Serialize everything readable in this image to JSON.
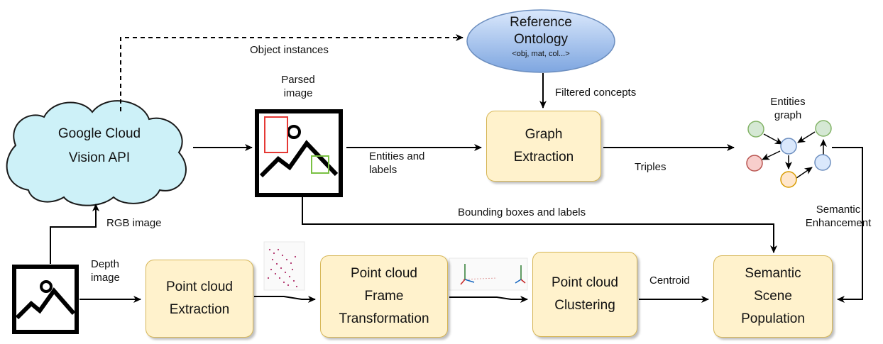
{
  "nodes": {
    "cloud_api": {
      "line1": "Google Cloud",
      "line2": "Vision API"
    },
    "ontology": {
      "title_line1": "Reference",
      "title_line2": "Ontology",
      "sub": "<obj, mat, col...>"
    },
    "parsed_image": {
      "line1": "Parsed",
      "line2": "image"
    },
    "graph_extraction": {
      "line1": "Graph",
      "line2": "Extraction"
    },
    "entities_graph": {
      "line1": "Entities",
      "line2": "graph"
    },
    "pc_extraction": {
      "line1": "Point cloud",
      "line2": "Extraction"
    },
    "pc_transform": {
      "line1": "Point cloud",
      "line2": "Frame",
      "line3": "Transformation"
    },
    "pc_clustering": {
      "line1": "Point cloud",
      "line2": "Clustering"
    },
    "scene_population": {
      "line1": "Semantic",
      "line2": "Scene",
      "line3": "Population"
    }
  },
  "edges": {
    "object_instances": "Object instances",
    "filtered_concepts": "Filtered concepts",
    "entities_labels_1": "Entities and",
    "entities_labels_2": "labels",
    "triples": "Triples",
    "bounding_boxes": "Bounding boxes and labels",
    "semantic_enh_1": "Semantic",
    "semantic_enh_2": "Enhancement",
    "rgb_image": "RGB image",
    "depth_image_1": "Depth",
    "depth_image_2": "image",
    "centroid": "Centroid"
  },
  "colors": {
    "process_fill": "#fff2cc",
    "process_border": "#d6b656",
    "cloud_fill": "#cdf1f8",
    "ontology_fill": "#7ea6e0",
    "graph_green": "#d5e8d4",
    "graph_blue": "#dae8fc",
    "graph_red": "#f8cecc",
    "graph_orange": "#ffe6cc",
    "image_box_red": "#e53935",
    "image_box_green": "#7ac143"
  }
}
